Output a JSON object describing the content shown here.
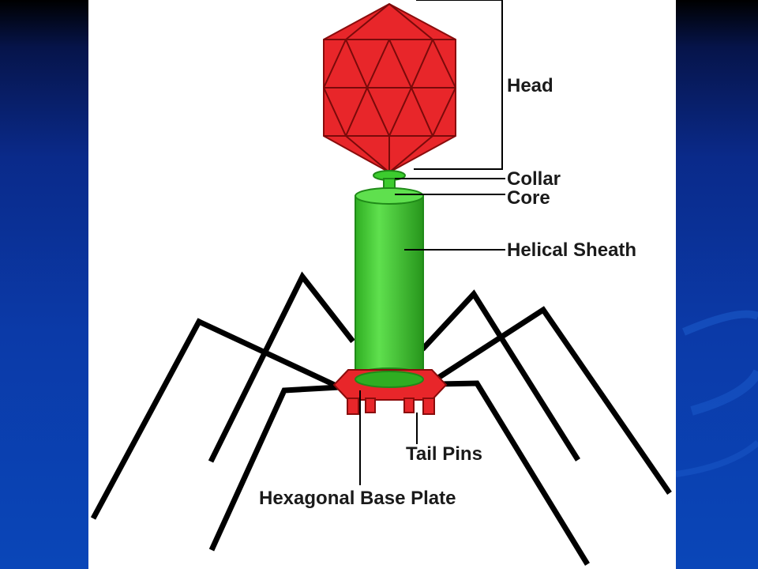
{
  "diagram": {
    "labels": {
      "head": "Head",
      "collar": "Collar",
      "core": "Core",
      "helical_sheath": "Helical Sheath",
      "tail_pins": "Tail Pins",
      "base_plate": "Hexagonal Base Plate"
    },
    "colors": {
      "background_dark": "#0a2a8a",
      "panel": "#ffffff",
      "head_fill": "#e8262a",
      "head_lines": "#7a0a0a",
      "sheath_fill": "#3ccc2e",
      "sheath_dark": "#1f8a18",
      "base_plate": "#e8262a",
      "tail_fibers": "#000000"
    }
  }
}
